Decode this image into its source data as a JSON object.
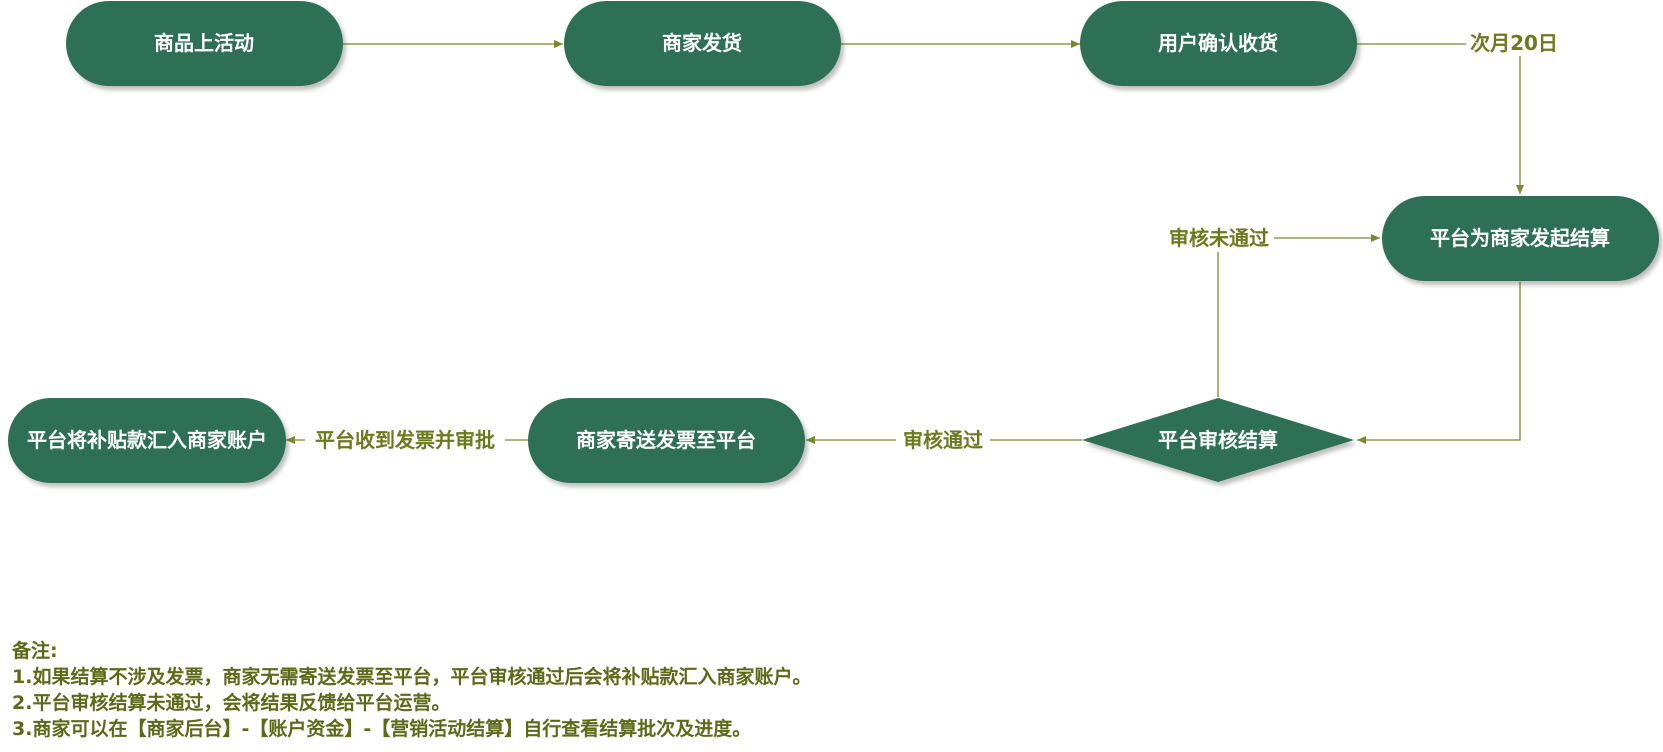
{
  "nodes": {
    "start": "商品上活动",
    "ship": "商家发货",
    "confirm": "用户确认收货",
    "initiate": "平台为商家发起结算",
    "review": "平台审核结算",
    "invoice": "商家寄送发票至平台",
    "payout": "平台将补贴款汇入商家账户"
  },
  "edges": {
    "next_month": "次月20日",
    "rejected": "审核未通过",
    "approved": "审核通过",
    "invoice_review": "平台收到发票并审批"
  },
  "notes": {
    "title": "备注:",
    "items": [
      "1.如果结算不涉及发票，商家无需寄送发票至平台，平台审核通过后会将补贴款汇入商家账户。",
      "2.平台审核结算未通过，会将结果反馈给平台运营。",
      "3.商家可以在【商家后台】-【账户资金】-【营销活动结算】自行查看结算批次及进度。"
    ]
  },
  "colors": {
    "node_fill": "#2e7055",
    "line": "#7a8a2a",
    "label": "#6b7a1c"
  }
}
